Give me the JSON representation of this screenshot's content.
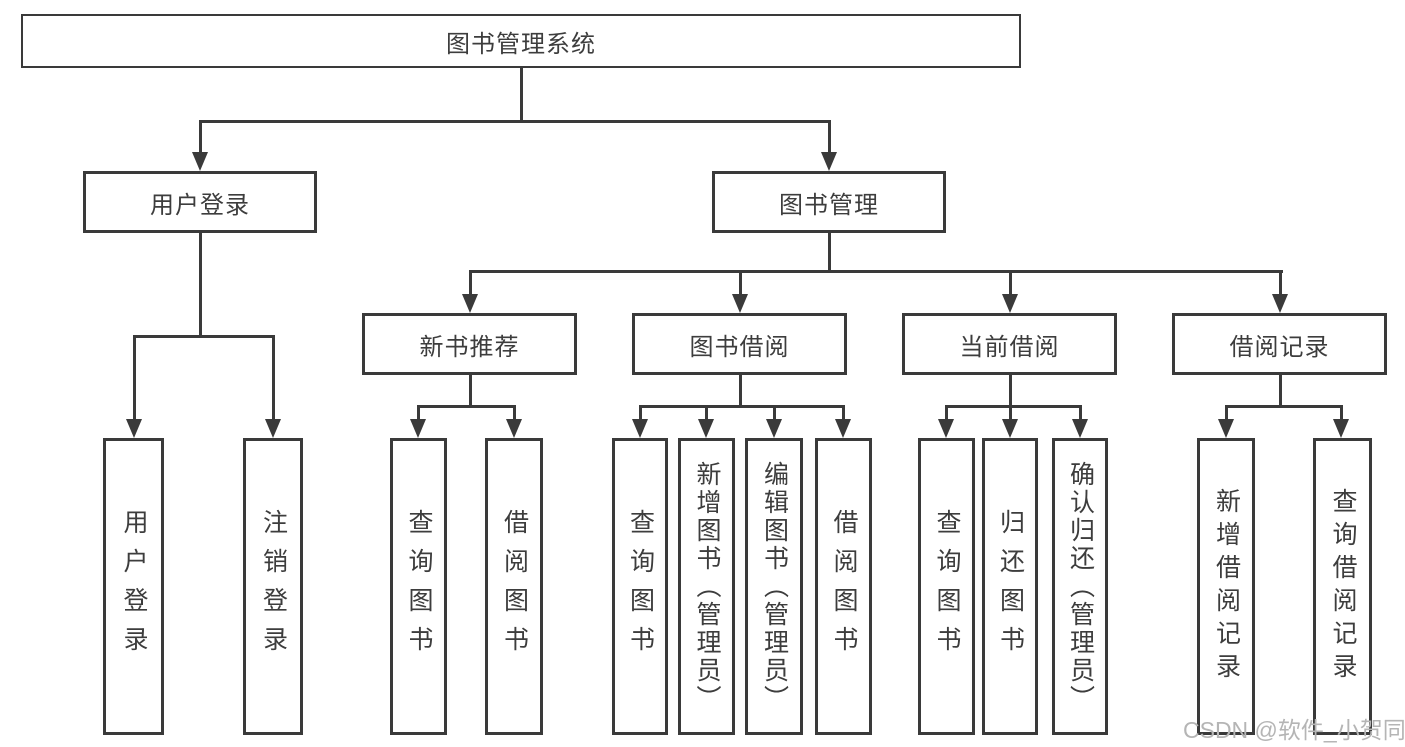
{
  "diagram": {
    "type": "hierarchy-tree",
    "colors": {
      "line": "#3a3a3a",
      "text": "#3d3d3d",
      "box_fill": "#ffffff",
      "watermark": "#b5b5b5",
      "background": "#ffffff"
    },
    "watermark": "CSDN @软件_小贺同学",
    "tree": {
      "label": "图书管理系统",
      "children": [
        {
          "label": "用户登录",
          "children": [
            {
              "label": "用户登录"
            },
            {
              "label": "注销登录"
            }
          ]
        },
        {
          "label": "图书管理",
          "children": [
            {
              "label": "新书推荐",
              "children": [
                {
                  "label": "查询图书"
                },
                {
                  "label": "借阅图书"
                }
              ]
            },
            {
              "label": "图书借阅",
              "children": [
                {
                  "label": "查询图书"
                },
                {
                  "label": "新增图书（管理员）"
                },
                {
                  "label": "编辑图书（管理员）"
                },
                {
                  "label": "借阅图书"
                }
              ]
            },
            {
              "label": "当前借阅",
              "children": [
                {
                  "label": "查询图书"
                },
                {
                  "label": "归还图书"
                },
                {
                  "label": "确认归还（管理员）"
                }
              ]
            },
            {
              "label": "借阅记录",
              "children": [
                {
                  "label": "新增借阅记录"
                },
                {
                  "label": "查询借阅记录"
                }
              ]
            }
          ]
        }
      ]
    }
  }
}
